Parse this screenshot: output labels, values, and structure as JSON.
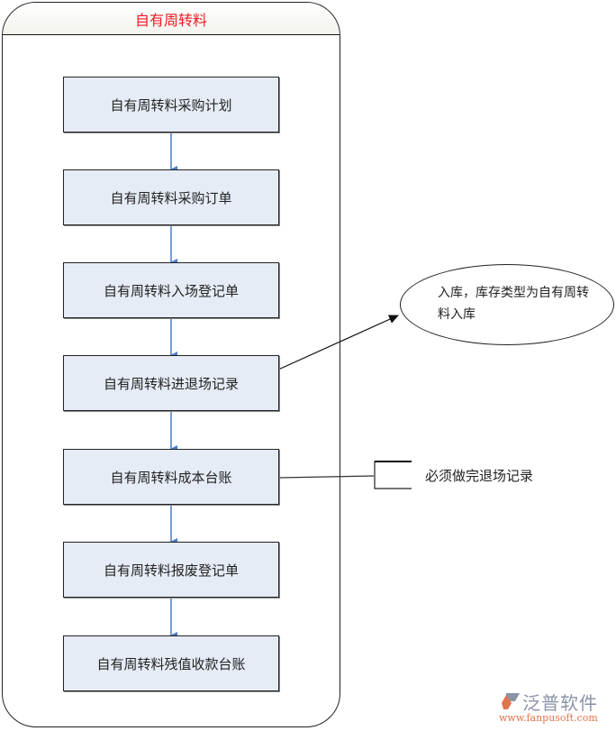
{
  "lane": {
    "title": "自有周转料"
  },
  "steps": [
    {
      "label": "自有周转料采购计划"
    },
    {
      "label": "自有周转料采购订单"
    },
    {
      "label": "自有周转料入场登记单"
    },
    {
      "label": "自有周转料进退场记录"
    },
    {
      "label": "自有周转料成本台账"
    },
    {
      "label": "自有周转料报废登记单"
    },
    {
      "label": "自有周转料残值收款台账"
    }
  ],
  "annotations": {
    "ellipse_note": "入库，库存类型为自有周转料入库",
    "bracket_note": "必须做完退场记录"
  },
  "logo": {
    "name": "泛普软件",
    "url": "www.fanpusoft.com"
  },
  "colors": {
    "title": "#ee1c24",
    "box_fill": "#e6ecf6",
    "arrow": "#4a7cc4"
  }
}
